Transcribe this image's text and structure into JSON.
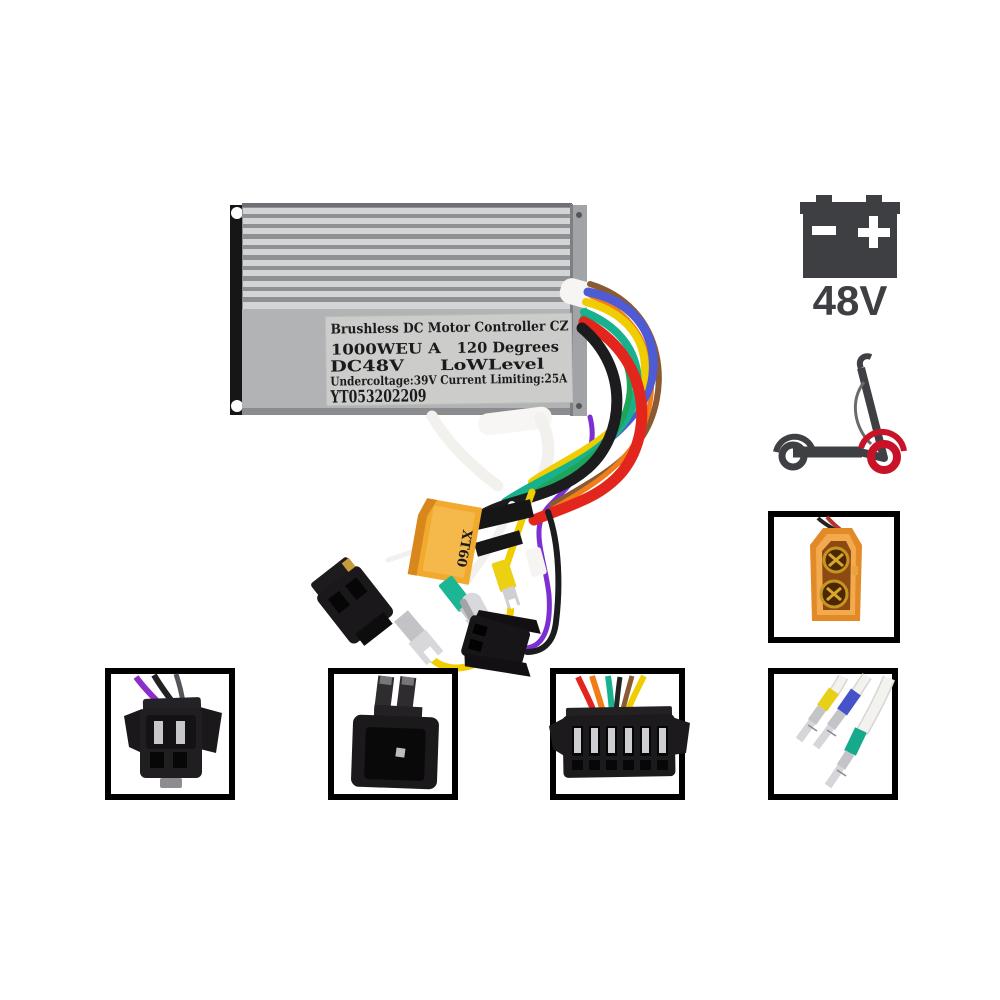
{
  "product_photo": {
    "label": {
      "line1": "Brushless DC Motor Controller CZ",
      "line2_left": "1000WEU A",
      "line2_right": "120 Degrees",
      "line3_left": "DC48V",
      "line3_right": "LoWLevel",
      "line4": "Undercoltage:39V Current Limiting:25A",
      "serial": "YT053202209"
    },
    "xt60_label": "XT60",
    "colors": {
      "case_light": "#d3d4d6",
      "case_shadow": "#8f9093",
      "case_plate": "#b2b3b5",
      "case_edge": "#151515",
      "sticker": "#cccdcb",
      "wire_red": "#e2261d",
      "wire_blue": "#4f5bd5",
      "wire_yellow": "#f0cd00",
      "wire_teal": "#17b28d",
      "wire_green": "#1fa55b",
      "wire_brown": "#8a5a33",
      "wire_orange": "#f07d18",
      "wire_purple": "#7d2fd0",
      "wire_black": "#1c1c1e",
      "wire_white": "#f3f1ee",
      "heat_shrink": "#161616",
      "silver": "#cdcdd2",
      "connector_black": "#1a181a",
      "xt60_body": "#f2aa2e",
      "xt60_face": "#e28a28",
      "xt60_recess": "#8a4a12",
      "xt60_gold": "#c8931f",
      "sleeve_teal": "#1db695",
      "sleeve_yellow": "#e8cf18",
      "sleeve_blue": "#4653c8",
      "sleeve_green": "#16a98c",
      "white_cable": "#f4f2ef"
    }
  },
  "spec_icons": {
    "battery": {
      "caption": "48V",
      "color": "#3e3f43"
    },
    "scooter": {
      "body_color": "#3f4044",
      "wheel_accent_color": "#c81227"
    }
  },
  "icons": [
    {
      "name": "battery-icon",
      "shape": "svg-battery-with-terminals"
    },
    {
      "name": "scooter-icon",
      "shape": "svg-kick-scooter-red-front-wheel"
    }
  ],
  "thumbnails": {
    "border_color": "#000000",
    "background": "#ffffff"
  }
}
